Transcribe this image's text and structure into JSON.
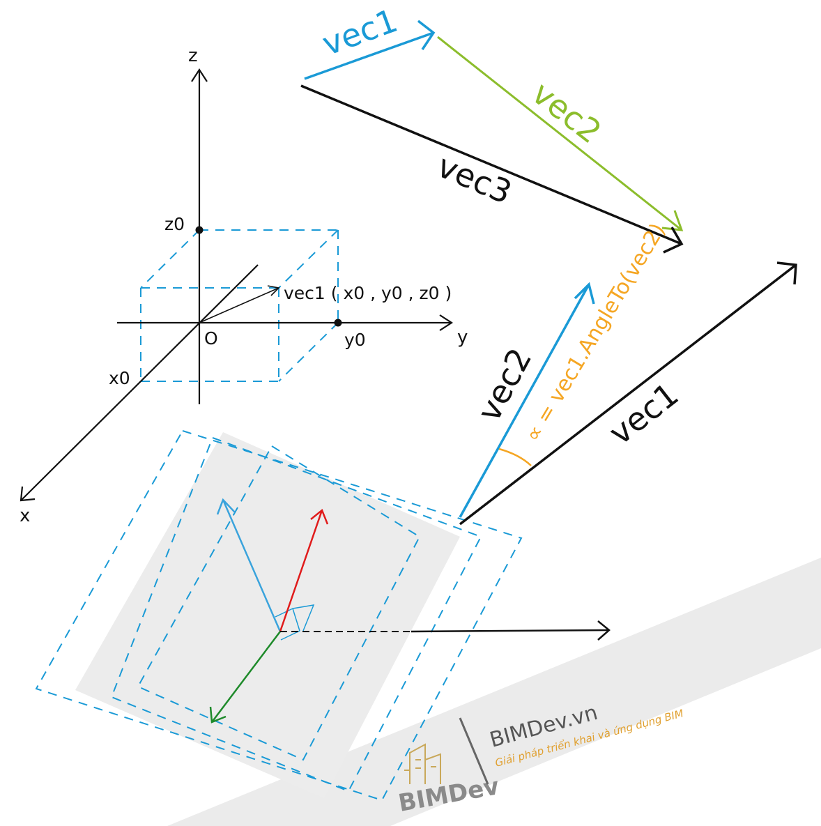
{
  "axes": {
    "z_label": "z",
    "y_label": "y",
    "x_label": "x",
    "origin_label": "O",
    "z0_label": "z0",
    "y0_label": "y0",
    "x0_label": "x0",
    "vector_label": "vec1 ( x0 , y0 , z0 )"
  },
  "sum_diagram": {
    "vec1_label": "vec1",
    "vec2_label": "vec2",
    "vec3_label": "vec3"
  },
  "angle_diagram": {
    "vec1_label": "vec1",
    "vec2_label": "vec2",
    "angle_formula": "∝ = vec1.AngleTo(vec2)"
  },
  "brand": {
    "name": "BIMDev.vn",
    "tagline": "Giải pháp triển khai và ứng dụng BIM",
    "logo_text": "BIMDev"
  },
  "colors": {
    "blue": "#1a9ad6",
    "green": "#8cbd2c",
    "orange": "#f5a623",
    "red": "#e01b1b",
    "dark_green": "#1e8a2a",
    "black": "#111111",
    "plane_gray": "#ececec"
  }
}
